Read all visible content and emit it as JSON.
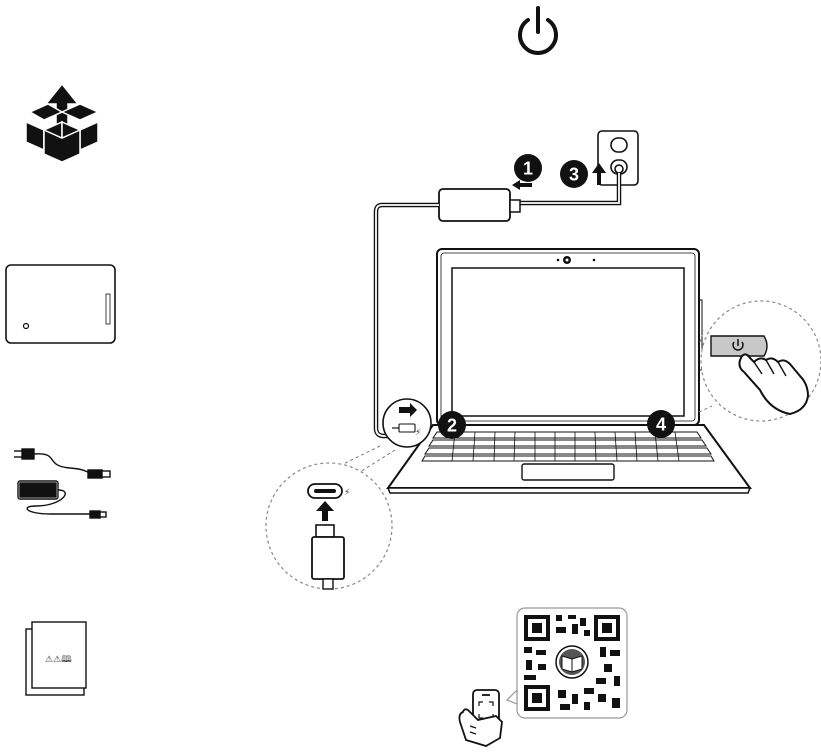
{
  "colors": {
    "ink": "#111111",
    "paper": "#ffffff",
    "key_gray": "#c8c8c8",
    "screen_frame": "#f2f2f2"
  },
  "icons": {
    "header": "power-icon",
    "unbox": "unbox-arrow-icon",
    "tablet": "tablet-device-icon",
    "cables": "power-adapter-cable-icon",
    "manuals": "documentation-icon",
    "qr": "qr-code-icon",
    "phone": "phone-scan-icon"
  },
  "steps": [
    {
      "number": "1"
    },
    {
      "number": "2"
    },
    {
      "number": "3"
    },
    {
      "number": "4"
    }
  ],
  "warning_marks": "⚠⚠🕮"
}
